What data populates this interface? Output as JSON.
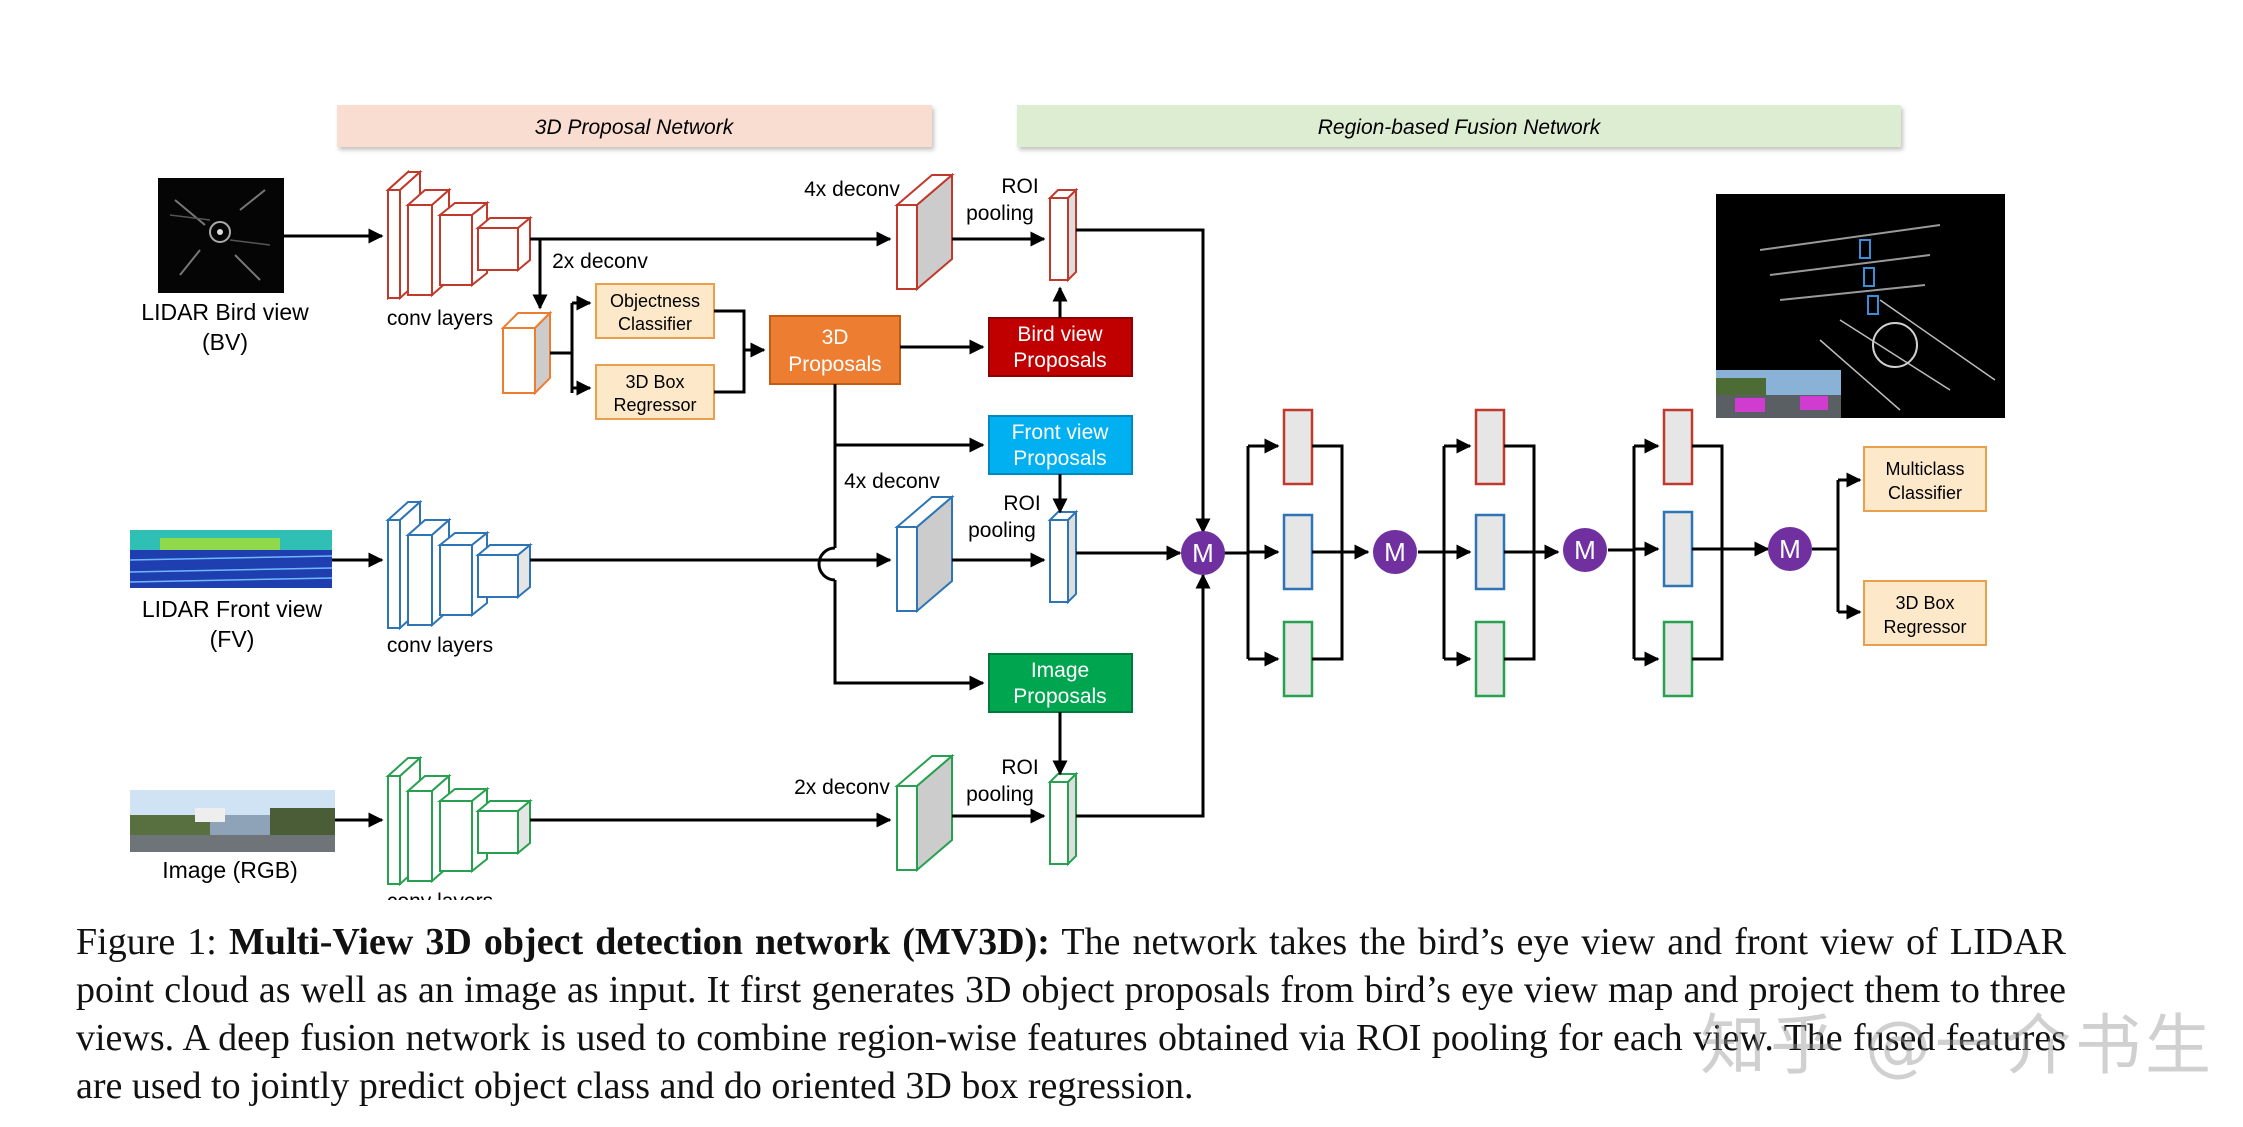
{
  "banners": {
    "proposal": "3D Proposal Network",
    "fusion": "Region-based Fusion Network"
  },
  "inputs": {
    "bv": [
      "LIDAR Bird view",
      "(BV)"
    ],
    "fv": [
      "LIDAR Front view",
      "(FV)"
    ],
    "rgb": "Image (RGB)"
  },
  "labels": {
    "conv_layers": "conv layers",
    "deconv_4x": "4x deconv",
    "deconv_2x": "2x deconv",
    "roi_pooling": [
      "ROI",
      "pooling"
    ],
    "merge": "M"
  },
  "boxes": {
    "objectness": [
      "Objectness",
      "Classifier"
    ],
    "box_regressor": [
      "3D Box",
      "Regressor"
    ],
    "proposals_3d": [
      "3D",
      "Proposals"
    ],
    "bird_view_proposals": [
      "Bird view",
      "Proposals"
    ],
    "front_view_proposals": [
      "Front view",
      "Proposals"
    ],
    "image_proposals": [
      "Image",
      "Proposals"
    ],
    "multiclass": [
      "Multiclass",
      "Classifier"
    ],
    "out_regressor": [
      "3D Box",
      "Regressor"
    ]
  },
  "colors": {
    "bv": "#c0392b",
    "fv": "#2e75b6",
    "rgb": "#27a150",
    "proposal_banner": "#f8ddd0",
    "fusion_banner": "#dcedd2",
    "orange": "#ed7d31",
    "red_box": "#c00000",
    "cyan_box": "#00b0f0",
    "green_box": "#00a550",
    "merge": "#7030a0",
    "beige": "#fde9c9"
  },
  "caption": {
    "prefix": "Figure 1: ",
    "bold": "Multi-View 3D object detection network (MV3D):",
    "text": " The network takes the bird’s eye view and front view of LIDAR point cloud as well as an image as input. It first generates 3D object proposals from bird’s eye view map and project them to three views. A deep fusion network is used to combine region-wise features obtained via ROI pooling for each view. The fused features are used to jointly predict object class and do oriented 3D box regression."
  },
  "watermark": "知乎 @一介书生"
}
